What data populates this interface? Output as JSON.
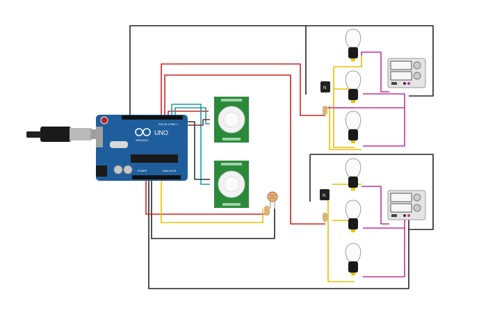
{
  "arduino": {
    "brand": "UNO",
    "brand_sub": "ARDUINO",
    "digital_label": "DIGITAL (PWM ~)",
    "power_label": "POWER",
    "analog_label": "ANALOG IN"
  },
  "pir_sensors": [
    {
      "name": "pir-sensor-top"
    },
    {
      "name": "pir-sensor-bottom"
    }
  ],
  "relay_labels": [
    "N",
    "N"
  ],
  "colors": {
    "wire_black": "#222222",
    "wire_red": "#d32020",
    "wire_yellow": "#e8c000",
    "wire_magenta": "#c0309a",
    "wire_teal": "#1a9aa0",
    "board_blue": "#1f5e9c",
    "pir_green": "#2a8a3a",
    "bulb_base": "#1a1a1a"
  }
}
